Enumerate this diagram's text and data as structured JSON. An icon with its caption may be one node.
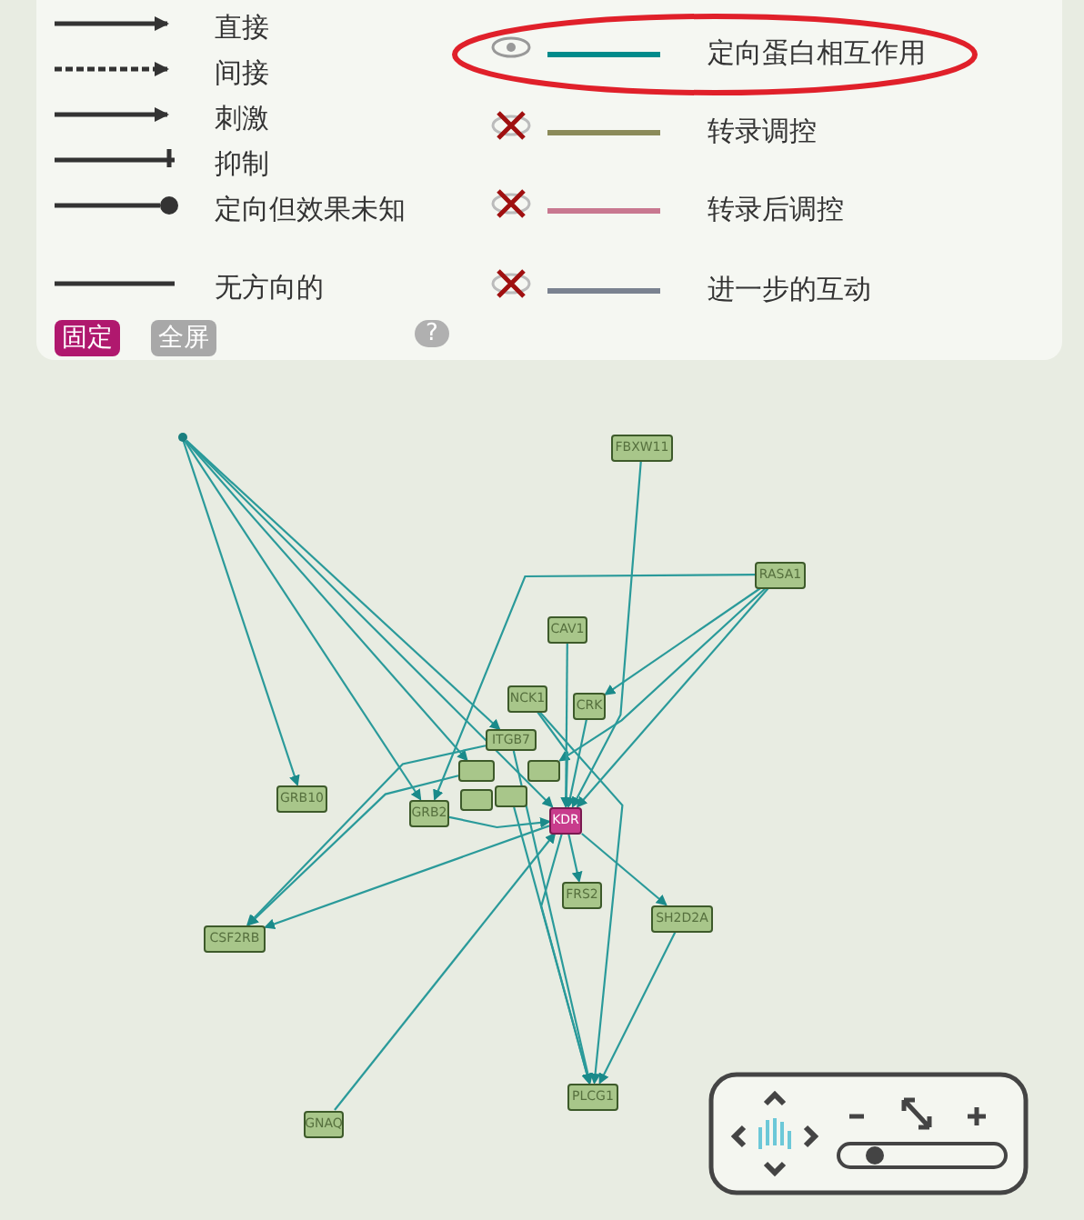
{
  "diagram": {
    "nodes": [
      {
        "text": [],
        "shape": "circle"
      },
      {
        "text": [
          "FBXW11"
        ]
      },
      {
        "text": [
          "RASA1"
        ]
      },
      {
        "text": [
          "CAV1"
        ]
      },
      {
        "text": [
          "NCK1"
        ]
      },
      {
        "text": [
          "CRK"
        ]
      },
      {
        "text": [
          "ITGB7"
        ]
      },
      {
        "text": [],
        "shape": "box"
      },
      {
        "text": [],
        "shape": "box"
      },
      {
        "text": [],
        "shape": "box"
      },
      {
        "text": [],
        "shape": "box"
      },
      {
        "text": [
          "GRB10"
        ]
      },
      {
        "text": [
          "GRB2"
        ]
      },
      {
        "text": [
          "KDR"
        ]
      },
      {
        "text": [
          "FRS2"
        ]
      },
      {
        "text": [
          "SH2D2A"
        ]
      },
      {
        "text": [
          "CSF2RB"
        ]
      },
      {
        "text": [
          "GNAQ"
        ]
      },
      {
        "text": [
          "PLCG1"
        ]
      }
    ],
    "edges": [
      {
        "from": 0,
        "to": 11,
        "arrow": "to"
      },
      {
        "from": 0,
        "to": 6,
        "arrow": "to"
      },
      {
        "from": 0,
        "to": 12,
        "arrow": "to"
      },
      {
        "from": 0,
        "to": 13,
        "arrow": "to"
      },
      {
        "from": 0,
        "to": 7,
        "arrow": "to"
      },
      {
        "from": 1,
        "to": 13,
        "arrow": "to"
      },
      {
        "from": 2,
        "to": 13,
        "arrow": "to"
      },
      {
        "from": 2,
        "to": 5,
        "arrow": "to"
      },
      {
        "from": 2,
        "to": 12,
        "arrow": "to"
      },
      {
        "from": 2,
        "to": 8,
        "arrow": "to"
      },
      {
        "from": 3,
        "to": 13,
        "arrow": "to"
      },
      {
        "from": 4,
        "to": 13,
        "arrow": "to"
      },
      {
        "from": 5,
        "to": 13,
        "arrow": "to"
      },
      {
        "from": 12,
        "to": 13,
        "arrow": "to"
      },
      {
        "from": 13,
        "to": 14,
        "arrow": "to"
      },
      {
        "from": 13,
        "to": 15,
        "arrow": "to"
      },
      {
        "from": 13,
        "to": 18,
        "arrow": "to"
      },
      {
        "from": 13,
        "to": 16,
        "arrow": "to"
      },
      {
        "from": 7,
        "to": 16,
        "arrow": "to"
      },
      {
        "from": 6,
        "to": 16,
        "arrow": "to"
      },
      {
        "from": 6,
        "to": 18,
        "arrow": "to"
      },
      {
        "from": 10,
        "to": 18,
        "arrow": "to"
      },
      {
        "from": 4,
        "to": 18,
        "arrow": "to"
      },
      {
        "from": 17,
        "to": 13,
        "arrow": "to"
      },
      {
        "from": 15,
        "to": 18,
        "arrow": "to"
      }
    ],
    "labels": [
      "固定",
      "全屏",
      "?"
    ],
    "legend": [
      {
        "text": "直接"
      },
      {
        "text": "间接"
      },
      {
        "text": "刺激"
      },
      {
        "text": "抑制"
      },
      {
        "text": "定向但效果未知"
      },
      {
        "text": "无方向的"
      },
      {
        "text": "定向蛋白相互作用",
        "color": "#008b8b"
      },
      {
        "text": "转录调控",
        "color": "#8b8b5a"
      },
      {
        "text": "转录后调控",
        "color": "#c87890"
      },
      {
        "text": "进一步的互动",
        "color": "#7a8290"
      }
    ]
  }
}
